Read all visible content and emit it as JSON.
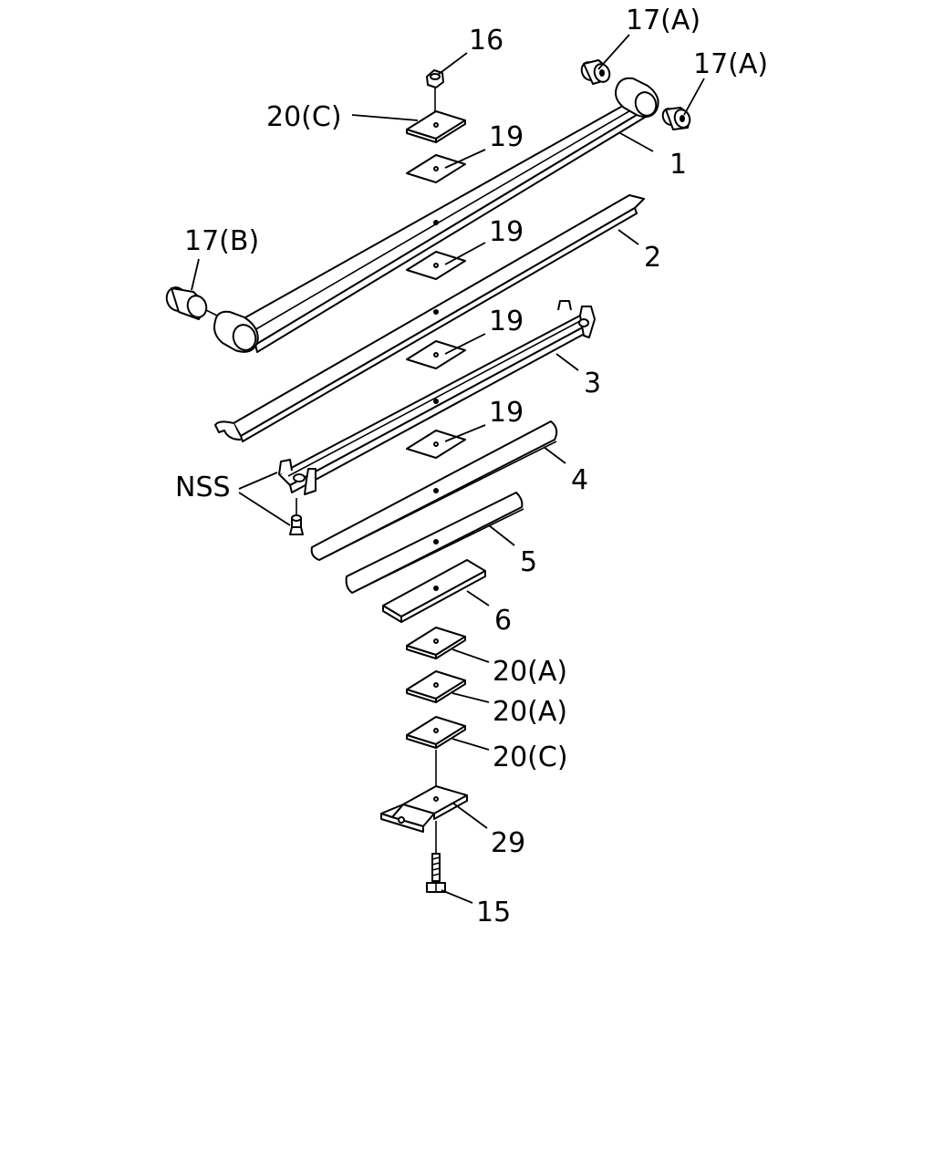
{
  "labels": {
    "p16": "16",
    "p17a1": "17(A)",
    "p17a2": "17(A)",
    "p20c_top": "20(C)",
    "p19_1": "19",
    "p1": "1",
    "p17b": "17(B)",
    "p19_2": "19",
    "p2": "2",
    "p19_3": "19",
    "p3": "3",
    "p19_4": "19",
    "pnss": "NSS",
    "p4": "4",
    "p5": "5",
    "p6": "6",
    "p20a1": "20(A)",
    "p20a2": "20(A)",
    "p20c_bot": "20(C)",
    "p29": "29",
    "p15": "15"
  }
}
